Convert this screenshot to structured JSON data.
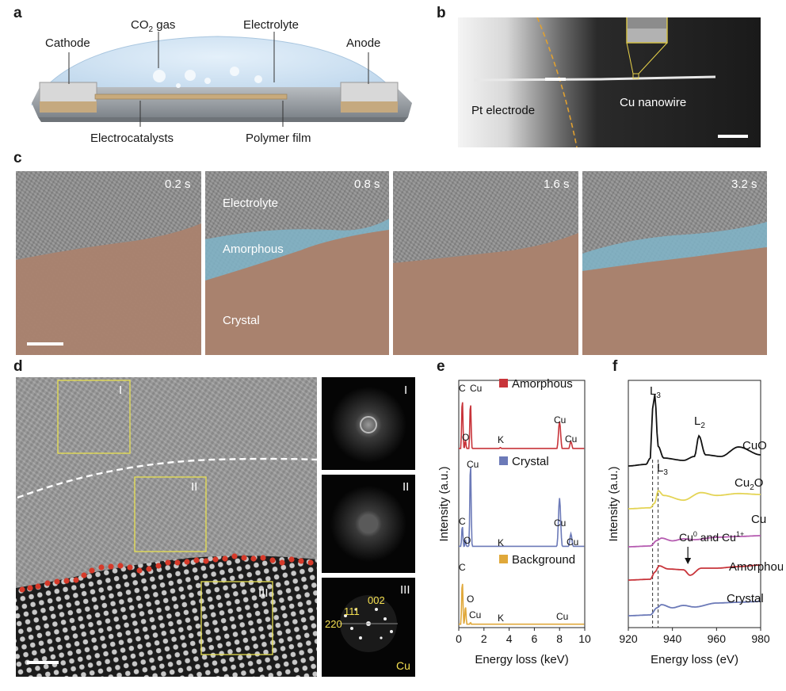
{
  "panels": {
    "a": {
      "label": "a",
      "annotations": {
        "cathode": "Cathode",
        "co2_gas_prefix": "CO",
        "co2_gas_sub": "2",
        "co2_gas_suffix": " gas",
        "electrolyte": "Electrolyte",
        "anode": "Anode",
        "electrocatalysts": "Electrocatalysts",
        "polymer_film": "Polymer film"
      },
      "colors": {
        "dome": "#c9dff1",
        "base": "#9da3a9",
        "pads": "#c9ad88"
      }
    },
    "b": {
      "label": "b",
      "annotations": {
        "pt_electrode": "Pt electrode",
        "cu_nanowire": "Cu nanowire"
      },
      "colors": {
        "boundary": "#e0a030",
        "inset_frame": "#e8d24a"
      }
    },
    "c": {
      "label": "c",
      "frames": [
        {
          "time": "0.2 s"
        },
        {
          "time": "0.8 s"
        },
        {
          "time": "1.6 s"
        },
        {
          "time": "3.2 s"
        }
      ],
      "region_labels": {
        "electrolyte": "Electrolyte",
        "amorphous": "Amorphous",
        "crystal": "Crystal"
      },
      "colors": {
        "crystal": "#b07a60",
        "amorphous": "#7fb4c8"
      }
    },
    "d": {
      "label": "d",
      "boxes": [
        "I",
        "II",
        "III"
      ],
      "fft_labels": [
        "I",
        "II",
        "III"
      ],
      "fft_spots": {
        "s220": "220",
        "s111": "111",
        "s002": "002"
      },
      "material": "Cu",
      "colors": {
        "box": "#e8e050",
        "interface": "#d63a2a"
      }
    },
    "e": {
      "label": "e",
      "legend": [
        "Amorphous",
        "Crystal",
        "Background"
      ],
      "colors": {
        "amorphous": "#c8343a",
        "crystal": "#6c7ab8",
        "background": "#e0a83a"
      }
    },
    "f": {
      "label": "f",
      "series_names": [
        "CuO",
        "Cu2O",
        "Cu",
        "Amorphous",
        "Crystal"
      ],
      "cu2o_prefix": "Cu",
      "cu2o_sub": "2",
      "cu2o_suffix": "O",
      "peak_labels": {
        "l3": "L",
        "l3_sub": "3",
        "l2": "L",
        "l2_sub": "2"
      },
      "annotation": {
        "cu0_prefix": "Cu",
        "cu0_sup": "0",
        "cu0_mid": " and Cu",
        "cu1_sup": "1+"
      },
      "colors": {
        "cuo": "#111111",
        "cu2o": "#e4d455",
        "cu": "#b55bb0",
        "amorphous": "#c8343a",
        "crystal": "#6c7ab8"
      }
    }
  },
  "chart_data": [
    {
      "id": "e",
      "type": "line",
      "xlabel": "Energy loss (keV)",
      "ylabel": "Intensity (a.u.)",
      "xlim": [
        0,
        10
      ],
      "xticks": [
        "0",
        "2",
        "4",
        "6",
        "8",
        "10"
      ],
      "peak_labels": [
        "C",
        "Cu",
        "O",
        "K",
        "Cu",
        "Cu"
      ],
      "peak_labels_crystal": [
        "Cu",
        "C",
        "O",
        "K",
        "Cu",
        "Cu"
      ],
      "peak_labels_background": [
        "C",
        "O",
        "Cu",
        "K",
        "Cu"
      ],
      "series": [
        {
          "name": "Amorphous",
          "x": [
            0,
            0.28,
            0.53,
            0.93,
            2.0,
            3.3,
            8.0,
            8.9,
            10
          ],
          "values": [
            0.02,
            0.62,
            0.12,
            0.58,
            0.02,
            0.03,
            0.34,
            0.1,
            0.02
          ]
        },
        {
          "name": "Crystal",
          "x": [
            0,
            0.28,
            0.53,
            0.93,
            2.0,
            3.3,
            8.0,
            8.9,
            10
          ],
          "values": [
            0.02,
            0.22,
            0.08,
            0.84,
            0.02,
            0.02,
            0.48,
            0.14,
            0.02
          ]
        },
        {
          "name": "Background",
          "x": [
            0,
            0.28,
            0.53,
            0.93,
            2.0,
            3.3,
            8.0,
            10
          ],
          "values": [
            0.02,
            0.5,
            0.22,
            0.04,
            0.02,
            0.02,
            0.02,
            0.02
          ]
        }
      ]
    },
    {
      "id": "f",
      "type": "line",
      "xlabel": "Energy loss (eV)",
      "ylabel": "Intensity (a.u.)",
      "xlim": [
        920,
        980
      ],
      "xticks": [
        "920",
        "940",
        "960",
        "980"
      ],
      "reference_lines": [
        931,
        933.5
      ],
      "series": [
        {
          "name": "CuO",
          "x": [
            920,
            928,
            930,
            931,
            932,
            933.5,
            936,
            945,
            950,
            952,
            955,
            962,
            970,
            980
          ],
          "values": [
            0.0,
            0.02,
            0.1,
            0.72,
            0.9,
            0.25,
            0.1,
            0.07,
            0.12,
            0.38,
            0.14,
            0.12,
            0.24,
            0.14
          ]
        },
        {
          "name": "Cu2O",
          "x": [
            920,
            930,
            932,
            933.5,
            936,
            945,
            953,
            960,
            970,
            980
          ],
          "values": [
            0.0,
            0.02,
            0.12,
            0.38,
            0.28,
            0.18,
            0.34,
            0.28,
            0.32,
            0.3
          ]
        },
        {
          "name": "Cu",
          "x": [
            920,
            930,
            933,
            935,
            940,
            945,
            950,
            960,
            970,
            980
          ],
          "values": [
            0.0,
            0.02,
            0.16,
            0.22,
            0.15,
            0.2,
            0.18,
            0.24,
            0.26,
            0.28
          ]
        },
        {
          "name": "Amorphous",
          "x": [
            920,
            930,
            932,
            934,
            938,
            945,
            948,
            953,
            960,
            970,
            980
          ],
          "values": [
            0.0,
            0.02,
            0.2,
            0.36,
            0.28,
            0.26,
            0.12,
            0.3,
            0.3,
            0.34,
            0.38
          ]
        },
        {
          "name": "Crystal",
          "x": [
            920,
            930,
            933,
            935,
            940,
            945,
            950,
            960,
            970,
            980
          ],
          "values": [
            0.0,
            0.02,
            0.2,
            0.28,
            0.2,
            0.26,
            0.22,
            0.32,
            0.34,
            0.36
          ]
        }
      ]
    }
  ]
}
